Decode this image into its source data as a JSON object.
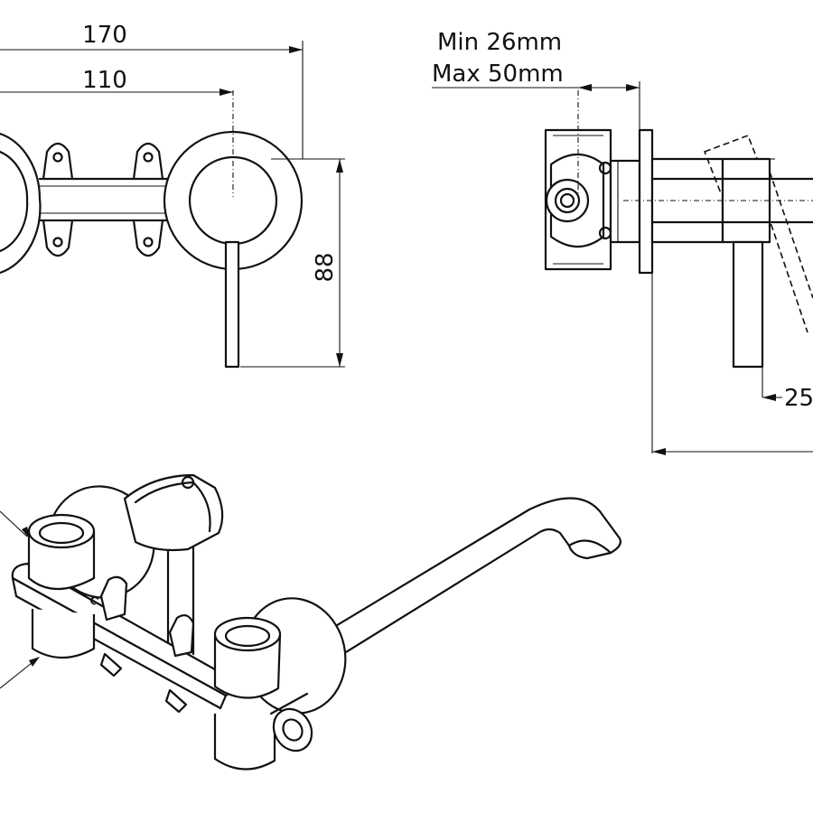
{
  "dimensions": {
    "overall_width": "170",
    "centre_offset": "110",
    "height": "88",
    "wall_min": "Min 26mm",
    "wall_max": "Max 50mm",
    "partial_dim": "25"
  },
  "colors": {
    "line": "#111111",
    "background": "#ffffff"
  }
}
